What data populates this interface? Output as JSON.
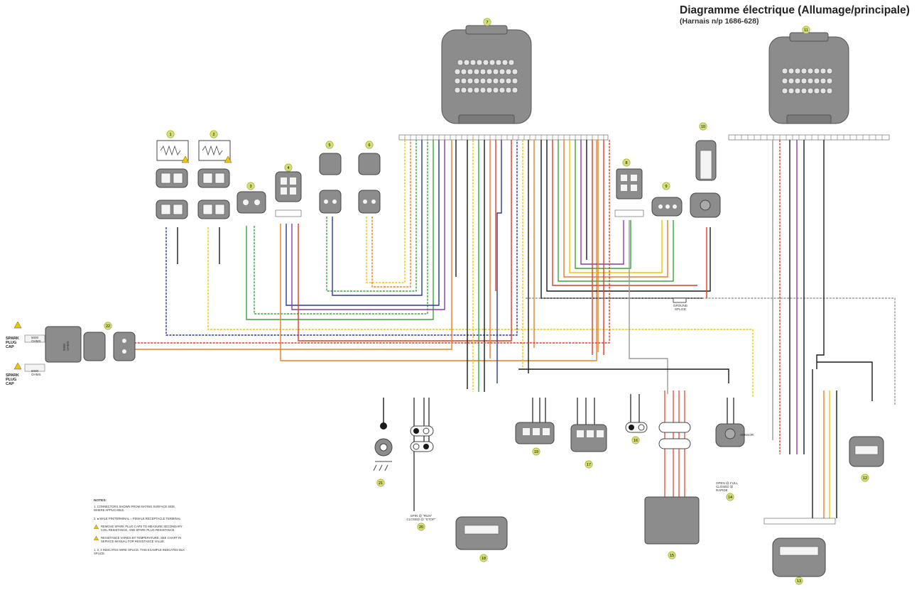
{
  "title": "Diagramme électrique (Allumage/principale)",
  "subtitle": "(Harnais n/p 1686-628)",
  "colors": {
    "black": "#1a1a1a",
    "red": "#e03a26",
    "orange": "#f07c22",
    "yellow": "#f2c500",
    "green": "#3aa53a",
    "blue": "#2a3a9a",
    "purple": "#8a3ab0",
    "gray": "#9a9a9a",
    "brown": "#8a5a2a",
    "pink": "#e88aa0",
    "connector": "#8c8c8c",
    "badge": "#d6df6f"
  },
  "badges": [
    "1",
    "2",
    "3",
    "4",
    "5",
    "6",
    "7",
    "8",
    "9",
    "10",
    "11",
    "12",
    "13",
    "14",
    "15",
    "16",
    "17",
    "18",
    "19",
    "20",
    "21",
    "22"
  ],
  "side_labels": {
    "spark_plug_cap_1": "SPARK PLUG CAP",
    "spark_plug_cap_2": "SPARK PLUG CAP",
    "ohms_1": "5000 OHMS",
    "ohms_2": "5000 OHMS",
    "ohms_3": "5000 OHMS",
    "ground_splice": "GROUND SPLICE",
    "sensor_title": "SENSOR",
    "open_note": "OPEN @ FULL CLOSED @ RAPIDE",
    "spin_note": "SPIN @ \"RUN\" CLOSED @ \"STOP\""
  },
  "notes": {
    "heading": "NOTES:",
    "items": [
      "1. CONNECTORS SHOWN FROM MATING SURFACE SIDE, WHERE APPLICABLE.",
      "2. ● MALE PIN/TERMINAL ○ FEMALE RECEPTACLE TERMINAL",
      "REMOVE SPARK PLUG CAPS TO MEASURE SECONDARY COIL RESISTANCE, AND SPARK PLUG RESISTANCE.",
      "RESISTANCE VARIES BY TEMPERATURE. SEE CHART IN SERVICE MANUAL FOR RESISTANCE VALUE.",
      "1, 2, 3 INDICATES WIRE SPLICE. THIS EXAMPLE INDICATES BLK SPLICE."
    ]
  }
}
